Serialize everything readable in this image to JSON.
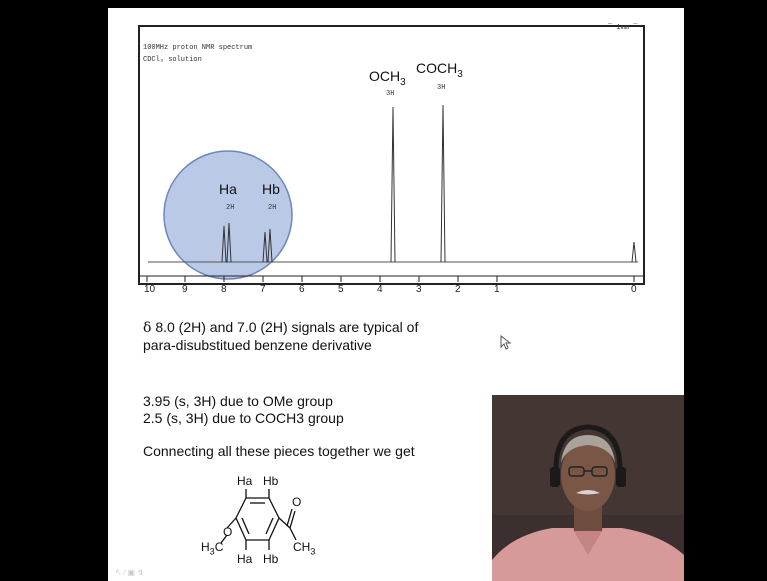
{
  "spectrum": {
    "header_line1": "100MHz proton NMR spectrum",
    "header_line2": "CDCl₃ solution",
    "corner_mark": "¯ 1mm ¯",
    "peaks": [
      {
        "name": "Ha",
        "integration": "2H"
      },
      {
        "name": "Hb",
        "integration": "2H"
      },
      {
        "name_main": "OCH",
        "name_sub": "3",
        "integration": "3H"
      },
      {
        "name_main": "COCH",
        "name_sub": "3",
        "integration": "3H"
      }
    ],
    "axis_ticks": [
      "10",
      "9",
      "8",
      "7",
      "6",
      "5",
      "4",
      "3",
      "2",
      "1",
      "0"
    ],
    "highlight_color": "#aebfe0"
  },
  "text": {
    "line1_delta": "δ",
    "line1": " 8.0 (2H) and 7.0 (2H) signals are typical of",
    "line2": "para-disubstitued benzene derivative",
    "line3": "3.95 (s, 3H) due to OMe group",
    "line4": "2.5 (s, 3H) due to COCH3 group",
    "line5": "Connecting all these pieces together we get"
  },
  "molecule": {
    "ha_top": "Ha",
    "hb_top": "Hb",
    "o_carbonyl": "O",
    "o_ether": "O",
    "h3c_main": "H",
    "h3c_sub": "3",
    "h3c_end": "C",
    "ch3_main": "CH",
    "ch3_sub": "3",
    "ha_bottom": "Ha",
    "hb_bottom": "Hb"
  },
  "toolbar": {
    "icons": "↖ ∕ ▣ ↯"
  }
}
